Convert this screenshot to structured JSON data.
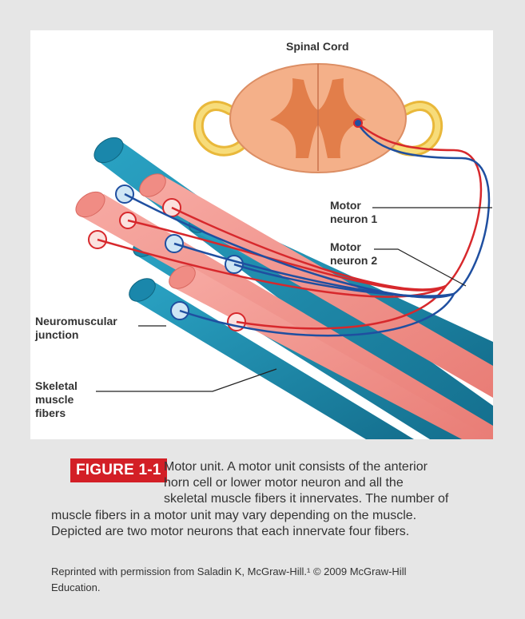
{
  "figure": {
    "labels": {
      "spinal_cord": "Spinal Cord",
      "motor_neuron_1": "Motor\nneuron 1",
      "motor_neuron_2": "Motor\nneuron 2",
      "neuromuscular_junction": "Neuromuscular\njunction",
      "skeletal_muscle_fibers": "Skeletal\nmuscle\nfibers"
    },
    "colors": {
      "neuron_1": "#1f4fa0",
      "neuron_2": "#d7282c",
      "blue_fiber": "#1e88a8",
      "pink_fiber": "#f2948d",
      "cord_tissue": "#f4b089",
      "nerve_roots": "#f1cd5a"
    }
  },
  "caption": {
    "badge": "FIGURE 1-1",
    "lines": [
      "Motor unit. A motor unit consists of the anterior",
      "horn cell or lower motor neuron and all the",
      "skeletal muscle fibers it innervates. The number of",
      "muscle fibers in a motor unit may vary depending on the muscle.",
      "Depicted are two motor neurons that each innervate four fibers."
    ],
    "credit": "Reprinted with permission from Saladin K, McGraw-Hill.¹ © 2009 McGraw-Hill Education."
  }
}
